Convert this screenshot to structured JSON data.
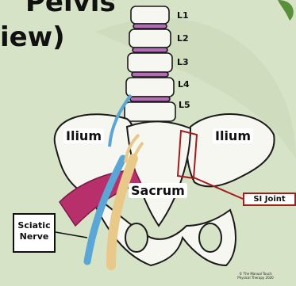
{
  "title": {
    "line1": "Pelvis",
    "line2": "iew)"
  },
  "vertebrae": [
    "L1",
    "L2",
    "L3",
    "L4",
    "L5"
  ],
  "bones": {
    "left": "Ilium",
    "right": "Ilium",
    "center": "Sacrum"
  },
  "callouts": {
    "sciatic_line1": "Sciatic",
    "sciatic_line2": "Nerve",
    "si_joint": "SI Joint"
  },
  "copyright": {
    "line1": "© The Manual Touch",
    "line2": "Physical Therapy 2020"
  },
  "colors": {
    "background": "#d6e3c6",
    "bone": "#f7f7f2",
    "bone_outline": "#1a1a1a",
    "disc": "#b56bb8",
    "nerve_yellow": "#e9c98a",
    "nerve_blue": "#5aa6d6",
    "muscle": "#b8306b",
    "si_highlight": "#a61b1b"
  }
}
